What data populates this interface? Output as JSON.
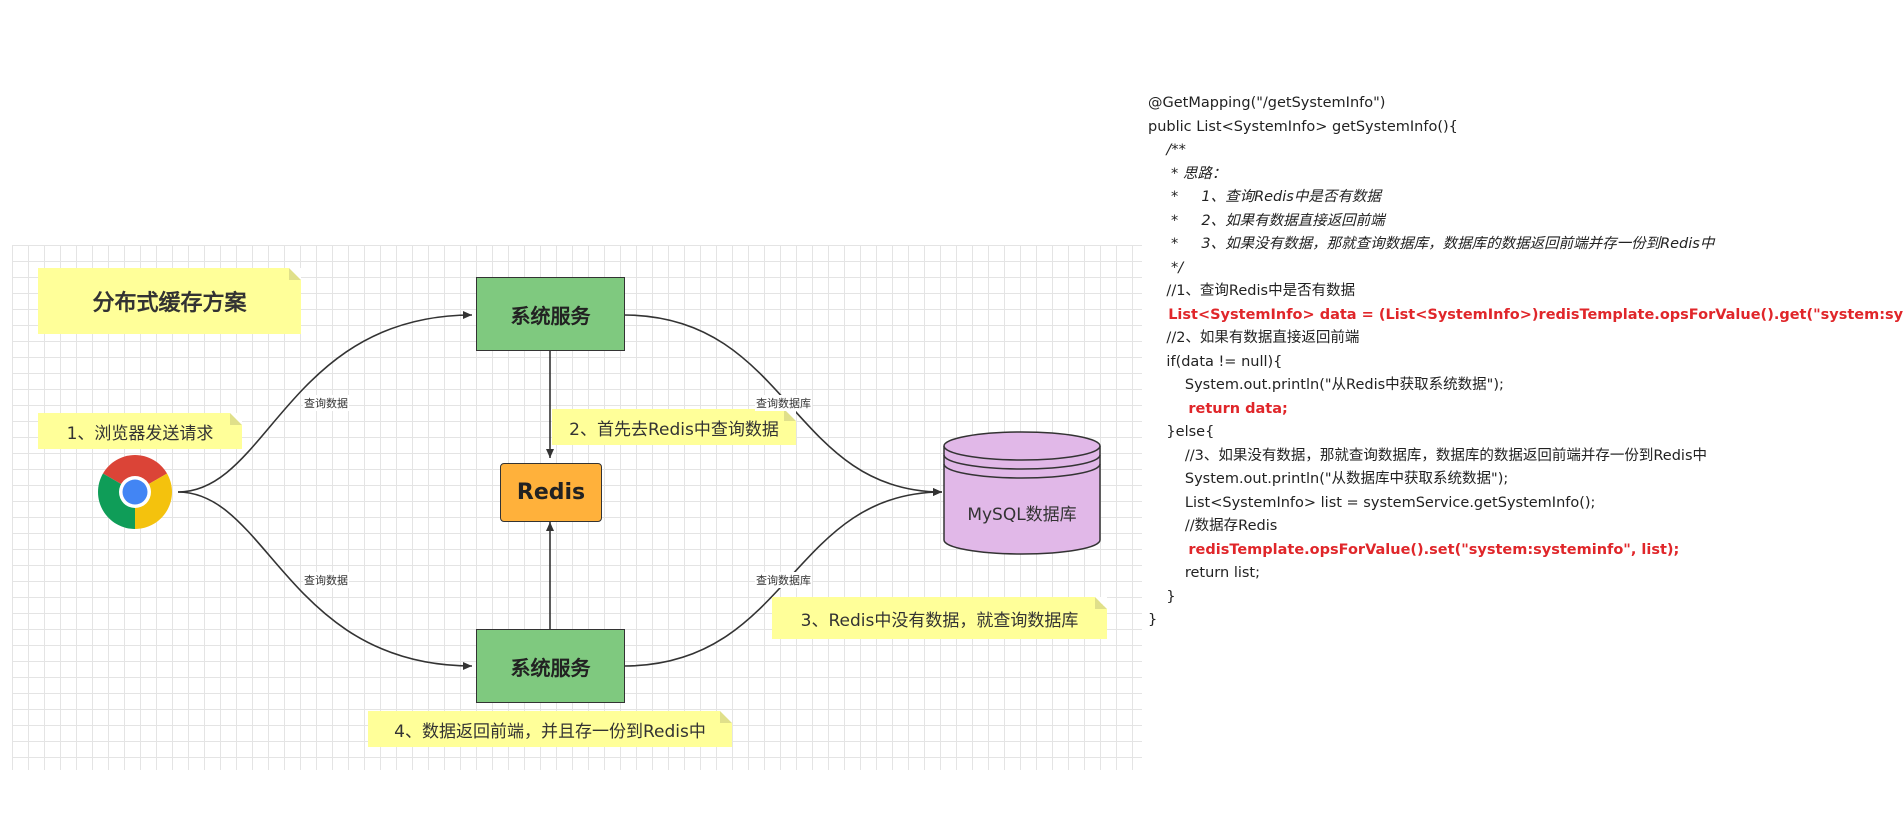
{
  "diagram": {
    "title": "分布式缓存方案",
    "steps": [
      "1、浏览器发送请求",
      "2、首先去Redis中查询数据",
      "3、Redis中没有数据，就查询数据库",
      "4、数据返回前端，并且存一份到Redis中"
    ],
    "nodes": {
      "service_top": "系统服务",
      "service_bottom": "系统服务",
      "redis": "Redis",
      "mysql": "MySQL数据库"
    },
    "edge_labels": {
      "browser_to_top": "查询数据",
      "browser_to_bottom": "查询数据",
      "top_to_db": "查询数据库",
      "bottom_to_db": "查询数据库"
    },
    "colors": {
      "service": "#7fc97f",
      "redis": "#ffb13b",
      "mysql": "#e1b8e8",
      "note": "#ffff99",
      "highlight": "#e0262a"
    },
    "icons": {
      "browser": "chrome-icon"
    }
  },
  "code": {
    "lines": [
      {
        "text": "@GetMapping(\"/getSystemInfo\")",
        "style": "normal"
      },
      {
        "text": "public List<SystemInfo> getSystemInfo(){",
        "style": "normal"
      },
      {
        "text": "    /**",
        "style": "comment"
      },
      {
        "text": "     * 思路：",
        "style": "comment"
      },
      {
        "text": "     *     1、查询Redis中是否有数据",
        "style": "comment"
      },
      {
        "text": "     *     2、如果有数据直接返回前端",
        "style": "comment"
      },
      {
        "text": "     *     3、如果没有数据，那就查询数据库，数据库的数据返回前端并存一份到Redis中",
        "style": "comment"
      },
      {
        "text": "     */",
        "style": "comment"
      },
      {
        "text": "    //1、查询Redis中是否有数据",
        "style": "normal"
      },
      {
        "text": "    List<SystemInfo> data = (List<SystemInfo>)redisTemplate.opsForValue().get(\"system:systeminfo\");",
        "style": "highlight"
      },
      {
        "text": "    //2、如果有数据直接返回前端",
        "style": "normal"
      },
      {
        "text": "    if(data != null){",
        "style": "normal"
      },
      {
        "text": "        System.out.println(\"从Redis中获取系统数据\");",
        "style": "normal"
      },
      {
        "text": "        return data;",
        "style": "highlight"
      },
      {
        "text": "    }else{",
        "style": "normal"
      },
      {
        "text": "        //3、如果没有数据，那就查询数据库，数据库的数据返回前端并存一份到Redis中",
        "style": "normal"
      },
      {
        "text": "        System.out.println(\"从数据库中获取系统数据\");",
        "style": "normal"
      },
      {
        "text": "        List<SystemInfo> list = systemService.getSystemInfo();",
        "style": "normal"
      },
      {
        "text": "        //数据存Redis",
        "style": "normal"
      },
      {
        "text": "        redisTemplate.opsForValue().set(\"system:systeminfo\", list);",
        "style": "highlight"
      },
      {
        "text": "        return list;",
        "style": "normal"
      },
      {
        "text": "    }",
        "style": "normal"
      },
      {
        "text": "}",
        "style": "normal"
      }
    ]
  }
}
